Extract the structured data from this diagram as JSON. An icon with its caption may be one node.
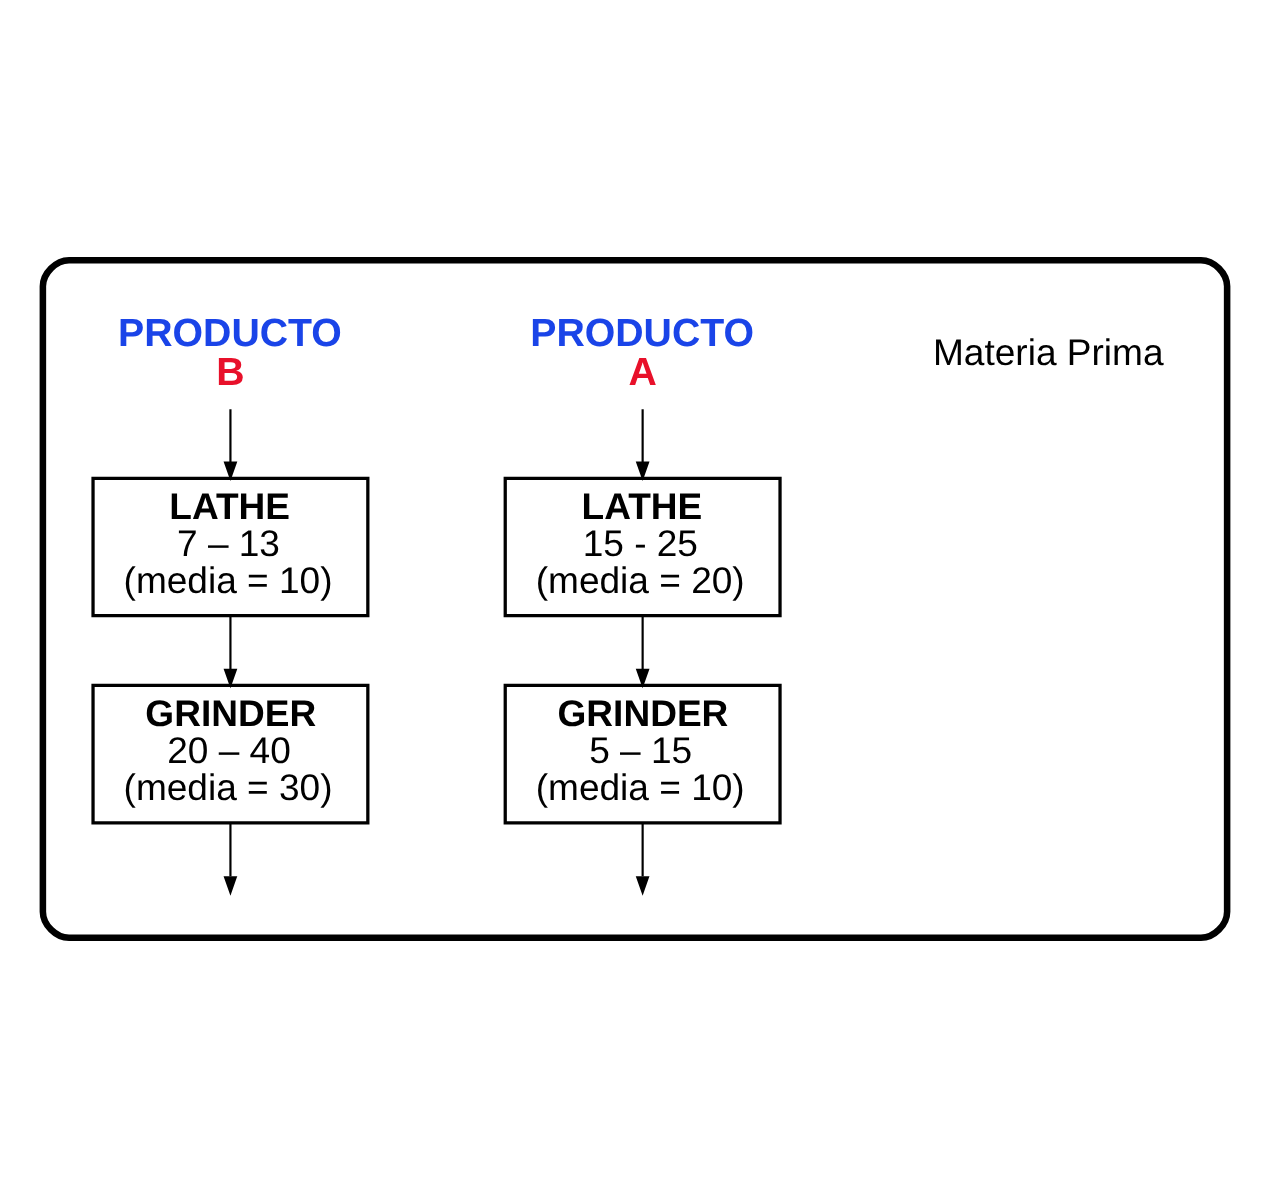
{
  "diagram": {
    "nodes": [
      {
        "text": [],
        "shape": "box"
      },
      {
        "text": [
          "PRODUCTO",
          "A"
        ],
        "in": 0
      },
      {
        "text": [
          "PRODUCTO",
          "B"
        ],
        "in": 0
      },
      {
        "text": [
          "LATHE",
          "15 - 25",
          "(media = 20)"
        ],
        "in": 0
      },
      {
        "text": [
          "GRINDER",
          "5 – 15",
          "(media = 10)"
        ],
        "in": 0
      },
      {
        "text": [
          "LATHE",
          "7 – 13",
          "(media = 10)"
        ],
        "in": 0
      },
      {
        "text": [
          "GRINDER",
          "20 – 40",
          "(media = 30)"
        ],
        "in": 0
      }
    ],
    "edges": [
      {
        "from": 1,
        "to": 3,
        "arrow": "to"
      },
      {
        "from": 3,
        "to": 4,
        "arrow": "to"
      },
      {
        "from": 4,
        "to": null,
        "arrow": "to"
      },
      {
        "from": 2,
        "to": 5,
        "arrow": "to"
      },
      {
        "from": 5,
        "to": 6,
        "arrow": "to"
      },
      {
        "from": 6,
        "to": null,
        "arrow": "to"
      }
    ],
    "labels": [
      "Materia Prima"
    ]
  }
}
